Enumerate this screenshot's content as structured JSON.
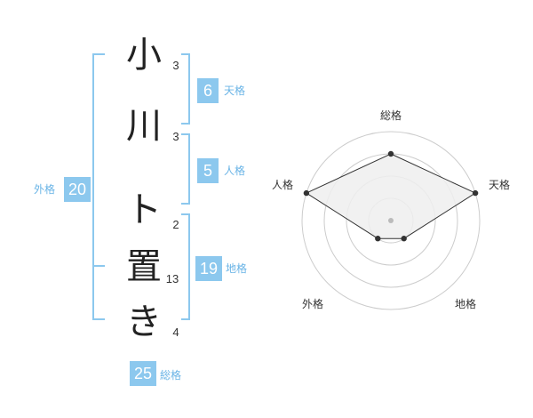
{
  "name": {
    "characters": [
      {
        "char": "小",
        "strokes": "3"
      },
      {
        "char": "川",
        "strokes": "3"
      },
      {
        "char": "ト",
        "strokes": "2"
      },
      {
        "char": "置",
        "strokes": "13"
      },
      {
        "char": "き",
        "strokes": "4"
      }
    ]
  },
  "kakusu": {
    "tenkaku": {
      "value": "6",
      "label": "天格"
    },
    "jinkaku": {
      "value": "5",
      "label": "人格"
    },
    "chikaku": {
      "value": "19",
      "label": "地格"
    },
    "gaikaku": {
      "value": "20",
      "label": "外格"
    },
    "soukaku": {
      "value": "25",
      "label": "総格"
    }
  },
  "colors": {
    "accent": "#8cc8ee",
    "accent_text": "#6ab4e6",
    "radar_fill": "#efefef",
    "radar_grid": "#cccccc",
    "point": "#333333"
  },
  "chart_data": {
    "type": "radar",
    "axes": [
      "総格",
      "天格",
      "地格",
      "外格",
      "人格"
    ],
    "levels": 4,
    "values": [
      3,
      4,
      1,
      1,
      4
    ],
    "max": 5
  }
}
